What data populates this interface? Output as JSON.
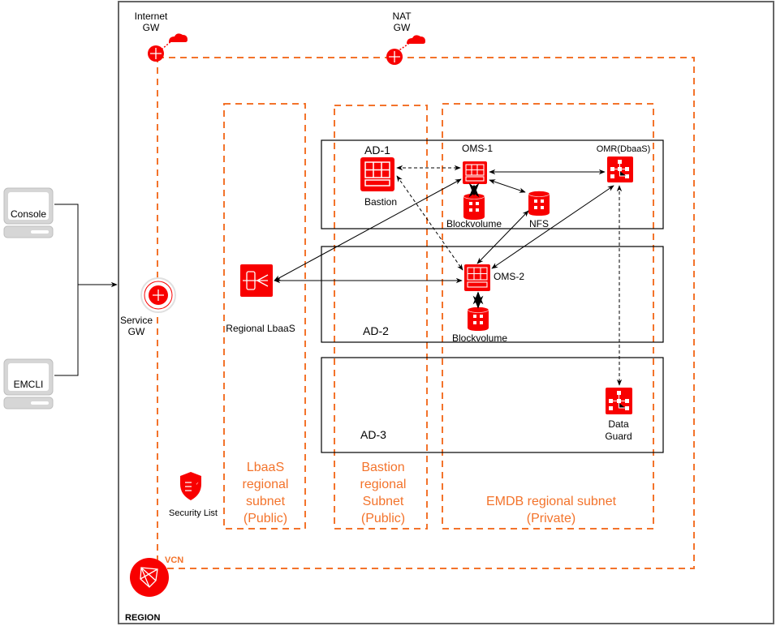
{
  "colors": {
    "accent_red": "#f80000",
    "subnet_orange": "#f3732b",
    "region_border": "#666666",
    "line": "#000000",
    "client_gray": "#cccccc"
  },
  "region": {
    "label": "REGION"
  },
  "vcn": {
    "label": "VCN"
  },
  "gateways": {
    "internet": {
      "line1": "Internet",
      "line2": "GW"
    },
    "nat": {
      "line1": "NAT",
      "line2": "GW"
    },
    "service": {
      "line1": "Service",
      "line2": "GW"
    }
  },
  "clients": [
    {
      "label": "Console"
    },
    {
      "label": "EMCLI"
    }
  ],
  "security_list": {
    "label": "Security List"
  },
  "subnets": [
    {
      "lines": [
        "LbaaS",
        "regional",
        "subnet",
        "(Public)"
      ]
    },
    {
      "lines": [
        "Bastion",
        "regional",
        "Subnet",
        "(Public)"
      ]
    },
    {
      "lines": [
        "EMDB regional subnet",
        "(Private)"
      ]
    }
  ],
  "availability_domains": [
    {
      "label": "AD-1"
    },
    {
      "label": "AD-2"
    },
    {
      "label": "AD-3"
    }
  ],
  "nodes": {
    "bastion": "Bastion",
    "oms1": "OMS-1",
    "oms2": "OMS-2",
    "omr": "OMR(DbaaS)",
    "blockvolume1": "Blockvolume",
    "blockvolume2": "Blockvolume",
    "nfs": "NFS",
    "lbaas": "Regional LbaaS",
    "dataguard_line1": "Data",
    "dataguard_line2": "Guard"
  }
}
